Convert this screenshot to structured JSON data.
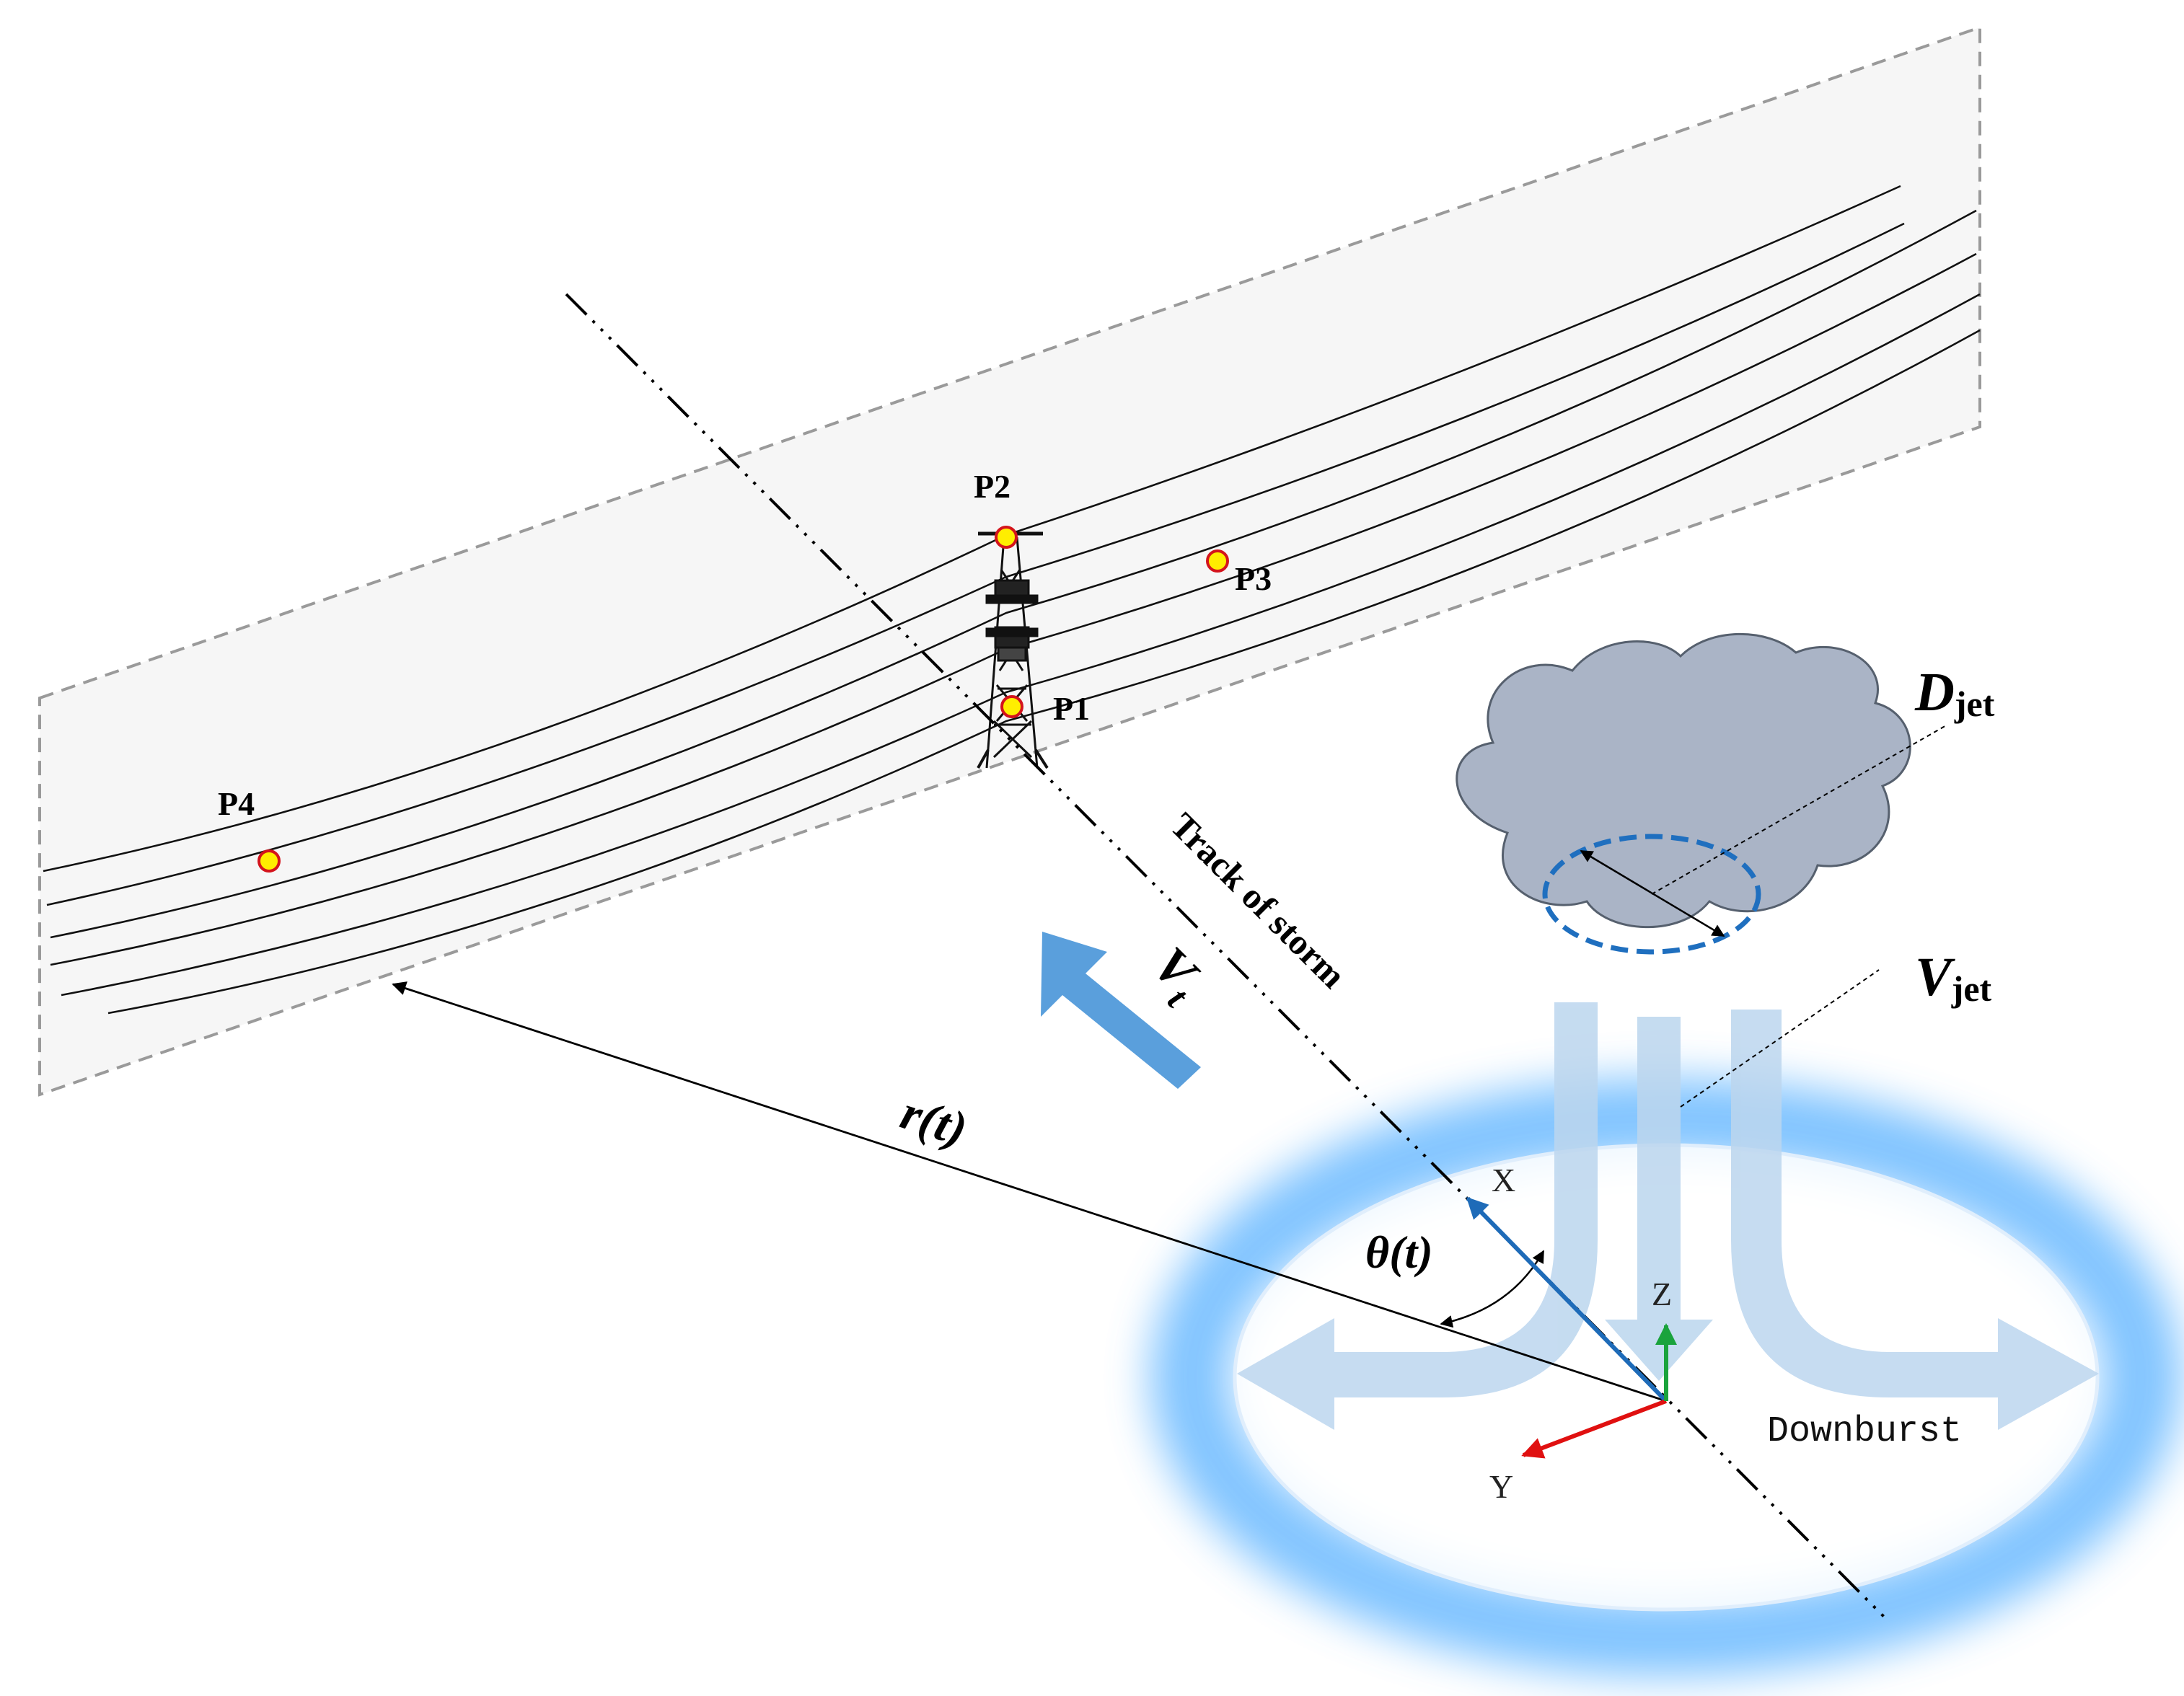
{
  "points": [
    {
      "id": "p1",
      "label": "P1"
    },
    {
      "id": "p2",
      "label": "P2"
    },
    {
      "id": "p3",
      "label": "P3"
    },
    {
      "id": "p4",
      "label": "P4"
    }
  ],
  "labels": {
    "track": "Track of storm",
    "vt_main": "V",
    "vt_sub": "t",
    "rt": "r(t)",
    "theta": "θ(t)",
    "djet_main": "D",
    "djet_sub": "jet",
    "vjet_main": "V",
    "vjet_sub": "jet",
    "downburst": "Downburst"
  },
  "axes": {
    "x": "X",
    "y": "Y",
    "z": "Z"
  },
  "colors": {
    "marker_fill": "#ffee00",
    "marker_stroke": "#d4141c",
    "cloud": "#aab4c6",
    "jet_circle": "#1f6fbf",
    "flow": "#bcd6ee",
    "glow": "#57b0ff",
    "storm_arrow": "#5a9fdc",
    "axis_x": "#1e6bb8",
    "axis_y": "#e01010",
    "axis_z": "#1aa33c"
  }
}
